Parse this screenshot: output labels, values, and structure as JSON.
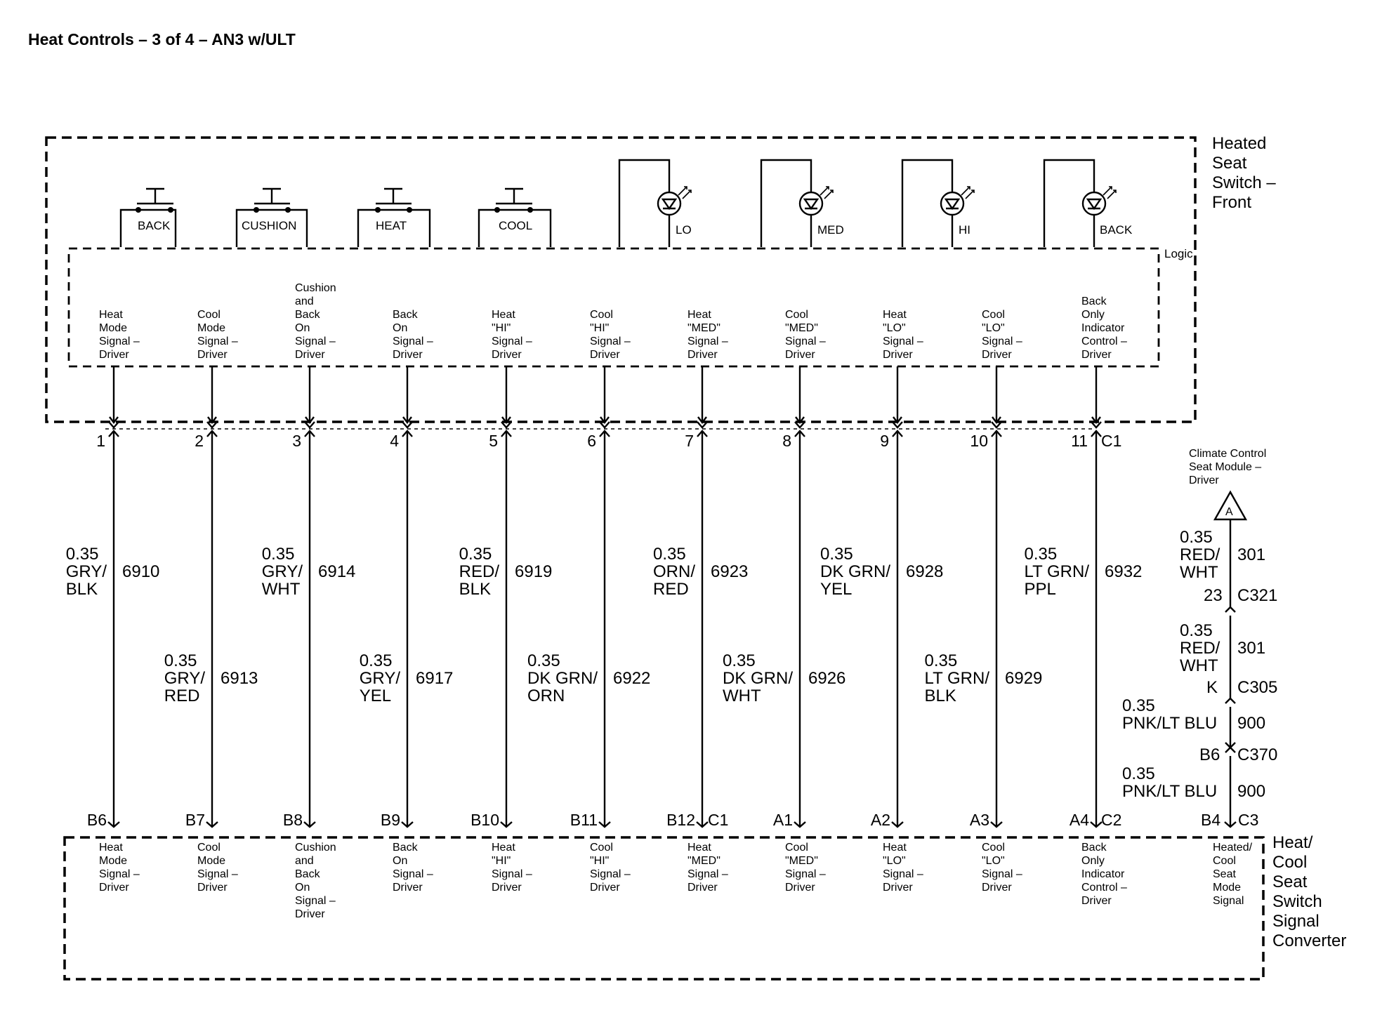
{
  "title": "Heat Controls – 3 of 4 – AN3 w/ULT",
  "top_component": [
    "Heated",
    "Seat",
    "Switch –",
    "Front"
  ],
  "logic_label": "Logic",
  "switches": [
    "BACK",
    "CUSHION",
    "HEAT",
    "COOL"
  ],
  "leds": [
    "LO",
    "MED",
    "HI",
    "BACK"
  ],
  "top_connector": "C1",
  "circuits": [
    {
      "pin_top": "1",
      "signal": [
        "Heat",
        "Mode",
        "Signal –",
        "Driver"
      ],
      "gauge": "0.35",
      "color": [
        "GRY/",
        "BLK"
      ],
      "circuit": "6910",
      "pin_bottom": "B6"
    },
    {
      "pin_top": "2",
      "signal": [
        "Cool",
        "Mode",
        "Signal –",
        "Driver"
      ],
      "gauge": "0.35",
      "color": [
        "GRY/",
        "RED"
      ],
      "circuit": "6913",
      "pin_bottom": "B7"
    },
    {
      "pin_top": "3",
      "signal": [
        "Cushion",
        "and",
        "Back",
        "On",
        "Signal –",
        "Driver"
      ],
      "gauge": "0.35",
      "color": [
        "GRY/",
        "WHT"
      ],
      "circuit": "6914",
      "pin_bottom": "B8"
    },
    {
      "pin_top": "4",
      "signal": [
        "Back",
        "On",
        "Signal –",
        "Driver"
      ],
      "gauge": "0.35",
      "color": [
        "GRY/",
        "YEL"
      ],
      "circuit": "6917",
      "pin_bottom": "B9"
    },
    {
      "pin_top": "5",
      "signal": [
        "Heat",
        "\"HI\"",
        "Signal –",
        "Driver"
      ],
      "gauge": "0.35",
      "color": [
        "RED/",
        "BLK"
      ],
      "circuit": "6919",
      "pin_bottom": "B10"
    },
    {
      "pin_top": "6",
      "signal": [
        "Cool",
        "\"HI\"",
        "Signal –",
        "Driver"
      ],
      "gauge": "0.35",
      "color": [
        "DK GRN/",
        "ORN"
      ],
      "circuit": "6922",
      "pin_bottom": "B11"
    },
    {
      "pin_top": "7",
      "signal": [
        "Heat",
        "\"MED\"",
        "Signal –",
        "Driver"
      ],
      "gauge": "0.35",
      "color": [
        "ORN/",
        "RED"
      ],
      "circuit": "6923",
      "pin_bottom": "B12"
    },
    {
      "pin_top": "8",
      "signal": [
        "Cool",
        "\"MED\"",
        "Signal –",
        "Driver"
      ],
      "gauge": "0.35",
      "color": [
        "DK GRN/",
        "WHT"
      ],
      "circuit": "6926",
      "pin_bottom": "A1"
    },
    {
      "pin_top": "9",
      "signal": [
        "Heat",
        "\"LO\"",
        "Signal –",
        "Driver"
      ],
      "gauge": "0.35",
      "color": [
        "DK GRN/",
        "YEL"
      ],
      "circuit": "6928",
      "pin_bottom": "A2"
    },
    {
      "pin_top": "10",
      "signal": [
        "Cool",
        "\"LO\"",
        "Signal –",
        "Driver"
      ],
      "gauge": "0.35",
      "color": [
        "LT GRN/",
        "BLK"
      ],
      "circuit": "6929",
      "pin_bottom": "A3"
    },
    {
      "pin_top": "11",
      "signal": [
        "Back",
        "Only",
        "Indicator",
        "Control –",
        "Driver"
      ],
      "gauge": "0.35",
      "color": [
        "LT GRN/",
        "PPL"
      ],
      "circuit": "6932",
      "pin_bottom": "A4"
    }
  ],
  "bottom_connectors": [
    "C1",
    "C2",
    "C3"
  ],
  "bottom_component": [
    "Heat/",
    "Cool",
    "Seat",
    "Switch",
    "Signal",
    "Converter"
  ],
  "climate_module": [
    "Climate Control",
    "Seat Module –",
    "Driver"
  ],
  "offpage_ref": "A",
  "feed": {
    "seg1": {
      "gauge": "0.35",
      "color": [
        "RED/",
        "WHT"
      ],
      "circuit": "301"
    },
    "conn1": {
      "pin": "23",
      "name": "C321"
    },
    "seg2": {
      "gauge": "0.35",
      "color": [
        "RED/",
        "WHT"
      ],
      "circuit": "301"
    },
    "conn2": {
      "pin": "K",
      "name": "C305"
    },
    "seg3": {
      "gauge": "0.35",
      "color": "PNK/LT BLU",
      "circuit": "900"
    },
    "conn3": {
      "pin": "B6",
      "name": "C370"
    },
    "seg4": {
      "gauge": "0.35",
      "color": "PNK/LT BLU",
      "circuit": "900"
    },
    "conn4": {
      "pin": "B4",
      "name": "C3"
    },
    "bottom_signal": [
      "Heated/",
      "Cool",
      "Seat",
      "Mode",
      "Signal"
    ]
  }
}
